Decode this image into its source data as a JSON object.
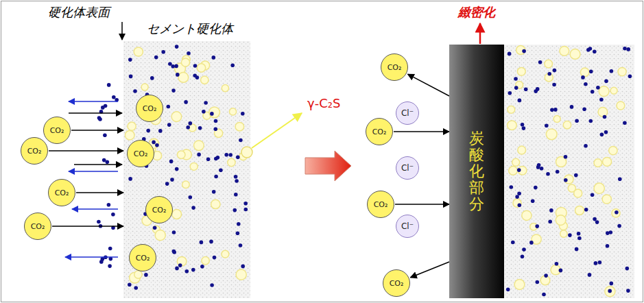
{
  "diagram": {
    "nodes": [
      {
        "text": [
          "セメント硬化体"
        ]
      },
      {
        "text": [
          "CO₂"
        ],
        "in": 0
      },
      {
        "text": [
          "CO₂"
        ],
        "in": 0
      },
      {
        "text": [
          "CO₂"
        ],
        "in": 0
      },
      {
        "text": [
          "CO₂"
        ],
        "in": 0
      },
      {
        "text": [
          "CO₂"
        ]
      },
      {
        "text": [
          "CO₂"
        ]
      },
      {
        "text": [
          "CO₂"
        ]
      },
      {
        "text": [
          "CO₂"
        ]
      },
      {
        "text": [
          "炭酸化部分"
        ]
      },
      {
        "text": [
          "CO₂"
        ]
      },
      {
        "text": [
          "Cl⁻"
        ]
      },
      {
        "text": [
          "CO₂"
        ]
      },
      {
        "text": [
          "Cl⁻"
        ]
      },
      {
        "text": [
          "CO₂"
        ]
      },
      {
        "text": [
          "Cl⁻"
        ]
      },
      {
        "text": [
          "CO₂"
        ]
      }
    ],
    "edges": [
      {
        "from": 5,
        "to": 0,
        "arrow": "to"
      },
      {
        "from": 6,
        "to": 0,
        "arrow": "to"
      },
      {
        "from": 7,
        "to": 0,
        "arrow": "to"
      },
      {
        "from": 8,
        "to": 0,
        "arrow": "to"
      },
      {
        "from": 9,
        "to": 10,
        "arrow": "to"
      },
      {
        "from": 12,
        "to": 9,
        "arrow": "to"
      },
      {
        "from": 14,
        "to": 9,
        "arrow": "to"
      },
      {
        "from": 9,
        "to": 16,
        "arrow": "to"
      }
    ],
    "labels": [
      "硬化体表面",
      "γ-C₂S",
      "緻密化"
    ]
  }
}
